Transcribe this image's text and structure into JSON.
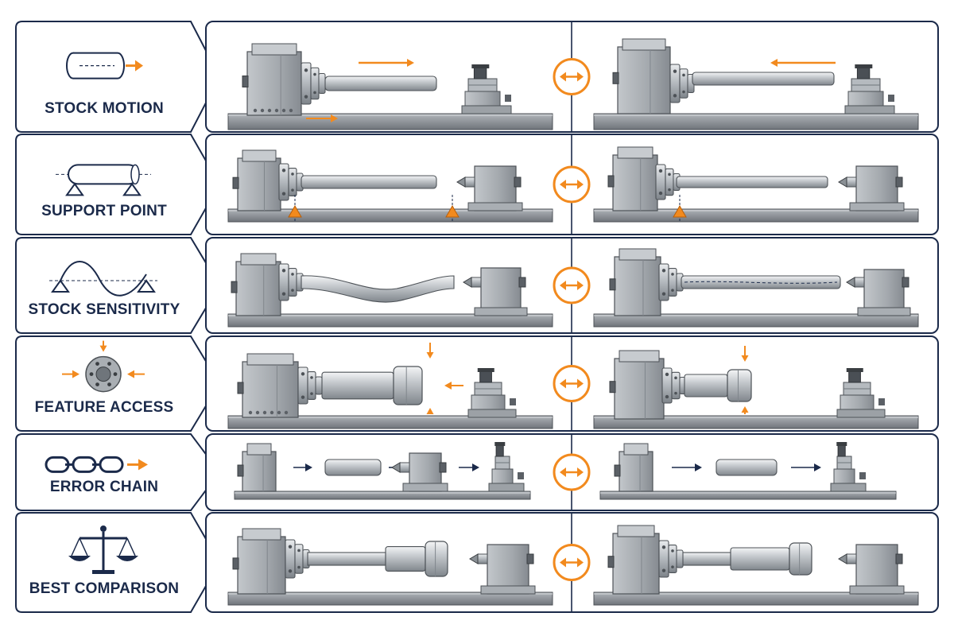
{
  "colors": {
    "navy": "#1b2a4a",
    "accent": "#f28a1e",
    "metal_light": "#d6d9dc",
    "metal_mid": "#a8adb2",
    "metal_dark": "#6f757b",
    "rail": "#8c9196"
  },
  "rows": [
    {
      "id": "stock-motion",
      "label": "STOCK MOTION",
      "icon": "stock-motion-icon",
      "scene": "stock-motion"
    },
    {
      "id": "support-point",
      "label": "SUPPORT POINT",
      "icon": "support-point-icon",
      "scene": "support-point"
    },
    {
      "id": "stock-sensitivity",
      "label": "STOCK SENSITIVITY",
      "icon": "stock-sensitivity-icon",
      "scene": "stock-sensitivity"
    },
    {
      "id": "feature-access",
      "label": "FEATURE ACCESS",
      "icon": "feature-access-icon",
      "scene": "feature-access"
    },
    {
      "id": "error-chain",
      "label": "ERROR CHAIN",
      "icon": "error-chain-icon",
      "scene": "error-chain"
    },
    {
      "id": "best-comparison",
      "label": "BEST COMPARISON",
      "icon": "balance-scale-icon",
      "scene": "best-comparison"
    }
  ],
  "compare_icon": "double-arrow-compare-icon"
}
